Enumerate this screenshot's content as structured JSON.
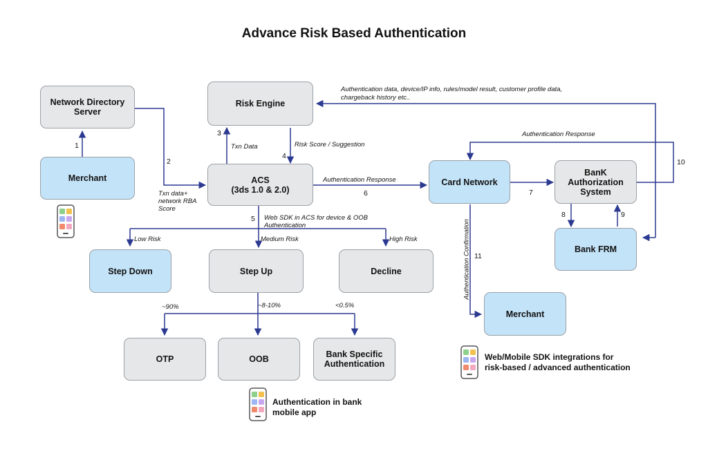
{
  "title": "Advance Risk Based Authentication",
  "nodes": {
    "network_directory": "Network Directory Server",
    "merchant_top": "Merchant",
    "risk_engine": "Risk Engine",
    "acs_line1": "ACS",
    "acs_line2": "(3ds 1.0 & 2.0)",
    "card_network": "Card Network",
    "bank_auth": "BanK Authorization System",
    "bank_frm": "Bank FRM",
    "step_down": "Step Down",
    "step_up": "Step Up",
    "decline": "Decline",
    "merchant_bottom": "Merchant",
    "otp": "OTP",
    "oob": "OOB",
    "bank_specific": "Bank Specific Authentication"
  },
  "labels": {
    "auth_data_line1": "Authentication data, device/IP info, rules/model result, customer profile data,",
    "auth_data_line2": "chargeback history etc..",
    "auth_response_top": "Authentication Response",
    "txn_data": "Txn Data",
    "risk_score": "Risk Score / Suggestion",
    "txn_rba_line1": "Txn data+",
    "txn_rba_line2": "network RBA",
    "txn_rba_line3": "Score",
    "auth_response_mid": "Authentication Response",
    "web_sdk_line1": "Web SDK in ACS for device & OOB",
    "web_sdk_line2": "Authentication",
    "low_risk": "Low Risk",
    "medium_risk": "Medium Risk",
    "high_risk": "High Risk",
    "auth_confirmation": "Authentication Confirmation",
    "pct_90": "~90%",
    "pct_8_10": "~8-10%",
    "pct_05": "<0.5%"
  },
  "steps": [
    "1",
    "2",
    "3",
    "4",
    "5",
    "6",
    "7",
    "8",
    "9",
    "10",
    "11"
  ],
  "notes": {
    "sdk_line1": "Web/Mobile SDK integrations for",
    "sdk_line2": "risk-based /  advanced authentication",
    "bank_app_line1": "Authentication in bank",
    "bank_app_line2": "mobile app"
  },
  "icons": [
    "phone-app-icon",
    "phone-app-icon",
    "phone-app-icon"
  ],
  "colors": {
    "arrow": "#2b3990",
    "gray_box": "#e6e7e8",
    "blue_box": "#c3e3f8"
  }
}
